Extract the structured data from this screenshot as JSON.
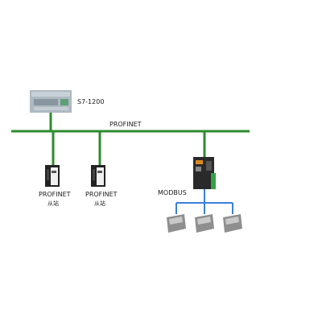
{
  "plc": {
    "label": "S7-1200"
  },
  "bus": {
    "label": "PROFINET",
    "color": "#2e8b2e"
  },
  "slaves": [
    {
      "label": "PROFINET",
      "sublabel": "从站"
    },
    {
      "label": "PROFINET",
      "sublabel": "从站"
    }
  ],
  "gateway": {
    "modbus_label": "MODBUS"
  },
  "modbus_line_color": "#3c7fd6",
  "modbus_devices": [
    {},
    {},
    {}
  ]
}
